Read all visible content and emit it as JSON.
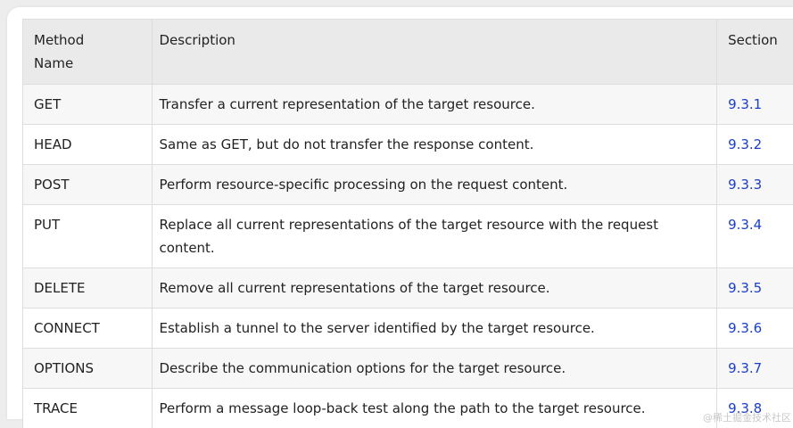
{
  "table": {
    "headers": [
      "Method\nName",
      "Description",
      "Section"
    ],
    "rows": [
      {
        "method": "GET",
        "description": "Transfer a current representation of the target resource.",
        "section": "9.3.1"
      },
      {
        "method": "HEAD",
        "description": "Same as GET, but do not transfer the response content.",
        "section": "9.3.2"
      },
      {
        "method": "POST",
        "description": "Perform resource-specific processing on the request content.",
        "section": "9.3.3"
      },
      {
        "method": "PUT",
        "description": "Replace all current representations of the target resource with the request content.",
        "section": "9.3.4"
      },
      {
        "method": "DELETE",
        "description": "Remove all current representations of the target resource.",
        "section": "9.3.5"
      },
      {
        "method": "CONNECT",
        "description": "Establish a tunnel to the server identified by the target resource.",
        "section": "9.3.6"
      },
      {
        "method": "OPTIONS",
        "description": "Describe the communication options for the target resource.",
        "section": "9.3.7"
      },
      {
        "method": "TRACE",
        "description": "Perform a message loop-back test along the path to the target resource.",
        "section": "9.3.8"
      }
    ]
  },
  "watermark": "@稀土掘金技术社区",
  "colors": {
    "link": "#1a3ec9",
    "header_bg": "#eaeaea",
    "stripe_bg": "#f7f7f7"
  }
}
